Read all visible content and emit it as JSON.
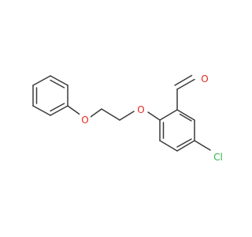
{
  "molecule": {
    "atom_labels": {
      "aldehyde_oxygen": "O",
      "ether_oxygen_ring": "O",
      "ether_oxygen_phenoxy": "O",
      "chlorine": "Cl"
    },
    "colors": {
      "bond": "#3a3a3a",
      "oxygen": "#e8261c",
      "chlorine": "#2cb44b",
      "background": "#ffffff"
    }
  }
}
